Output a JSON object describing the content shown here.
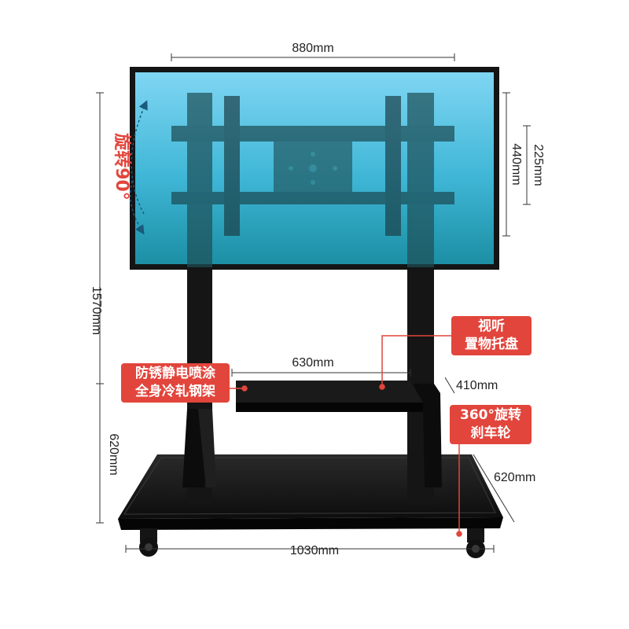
{
  "dimensions": {
    "screen_width": "880mm",
    "total_height": "1570mm",
    "mount_outer": "440mm",
    "mount_inner": "225mm",
    "tray_width": "630mm",
    "tray_depth": "410mm",
    "base_height": "620mm",
    "base_depth": "620mm",
    "base_width": "1030mm"
  },
  "rotation_label": "旋转90°",
  "callouts": {
    "av_tray": [
      "视听",
      "置物托盘"
    ],
    "frame": [
      "防锈静电喷涂",
      "全身冷轧钢架"
    ],
    "wheels": [
      "360°旋转",
      "刹车轮"
    ]
  },
  "colors": {
    "accent": "#e2453c",
    "screen_top": "#7fd6f3",
    "screen_bottom": "#1c8fa4",
    "steel": "#111111"
  }
}
